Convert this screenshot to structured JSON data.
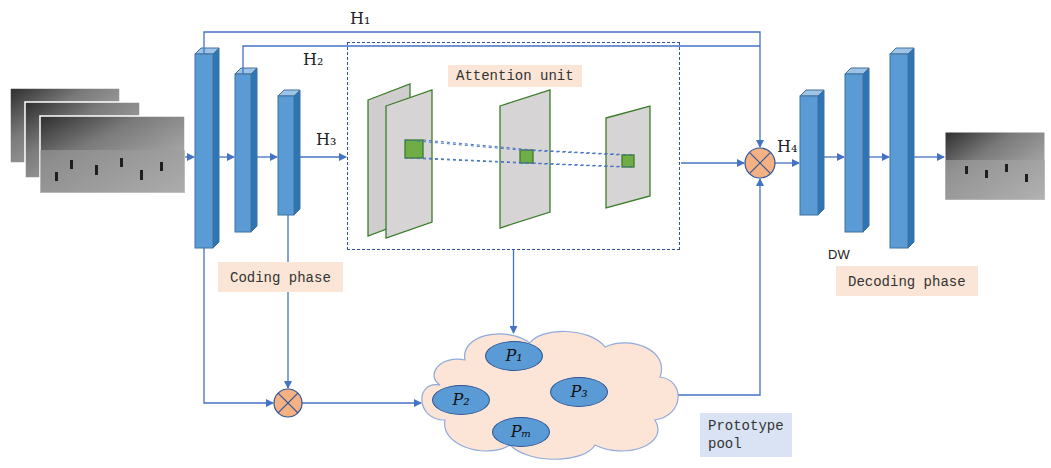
{
  "diagram": {
    "nodes": [
      {
        "text": [
          "Attention unit"
        ]
      },
      {
        "text": [
          "Coding phase"
        ]
      },
      {
        "text": [
          "Decoding phase"
        ]
      },
      {
        "text": [
          "Prototype pool"
        ]
      },
      {
        "text": [
          "P₁"
        ],
        "in": 3
      },
      {
        "text": [
          "P₂"
        ],
        "in": 3
      },
      {
        "text": [
          "P₃"
        ],
        "in": 3
      },
      {
        "text": [
          "Pₘ"
        ],
        "in": 3
      }
    ],
    "edges": [
      {
        "from": 0,
        "to": 3,
        "arrow": "to"
      }
    ],
    "labels": [
      "H₁",
      "H₂",
      "H₃",
      "H₄",
      "DW"
    ]
  }
}
